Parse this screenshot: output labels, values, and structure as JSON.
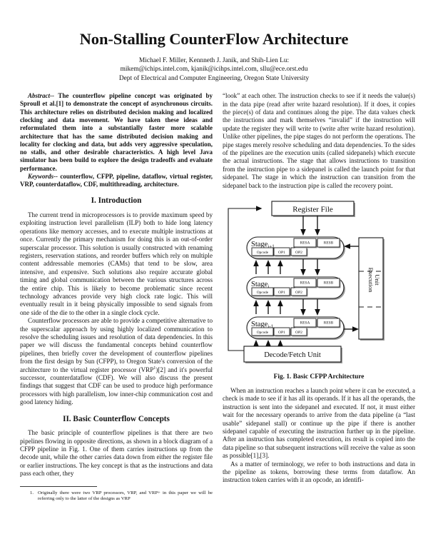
{
  "paper": {
    "title": "Non-Stalling CounterFlow Architecture",
    "authors": "Michael F. Miller, Kennneth J. Janik, and Shih-Lien Lu:",
    "emails": "mikem@ichips.intel.com, kjanik@icihps.intel.com, sllu@ece.orst.edu",
    "affiliation": "Dept of Electrical and Computer Engineering, Oregon State University"
  },
  "abstract": {
    "lead": "Abstract-- ",
    "body": "The counterflow pipeline concept was originated by Sproull et al.[1] to demonstrate the concept of asynchronous circuits. This architecture relies on distributed decision making and localized clocking and data movement. We have taken these ideas and reformulated them into a substantially faster more scalable architecture that has the same distributed decision making and locality for clocking and data, but adds very aggressive speculation, no stalls, and other desirable characteristics. A high level Java simulator has been build to explore the design tradeoffs and evaluate performance."
  },
  "keywords": {
    "lead": "Keywords-- ",
    "body": "counterflow, CFPP, pipeline, dataflow, virtual register, VRP, counterdataflow, CDF, multithreading, architecture."
  },
  "sections": {
    "intro_heading": "I. Introduction",
    "intro_p1": "The current trend in microprocessors is to provide maximum speed by exploiting instruction level parallelism (ILP) both to hide long latency operations like memory accesses, and to execute multiple instructions at once. Currently the primary mechanism for doing this is an out-of-order superscalar processor. This solution is usually constructed with renaming registers, reservation stations, and reorder buffers which rely on multiple content addressable memories (CAMs) that tend to be slow, area intensive, and expensive. Such solutions also require accurate global timing and global communication between the various structures across the entire chip. This is likely to become problematic since recent technology advances provide very high clock rate logic. This will eventually result in it being physically impossible to send signals from one side of the die to the other in a single clock cycle.",
    "intro_p2_a": "Counterflow processors are able to provide a competitive alternative to the superscalar approach by using highly localized communication to resolve the scheduling issues and resolution of data dependencies. In this paper we will discuss the fundamental concepts behind counterflow pipelines, then briefly cover the development of counterflow pipelines from the first design by Sun (CFPP), to Oregon State's conversion of the architecture to the virtual register processor (VRP",
    "intro_p2_footmark": "1",
    "intro_p2_b": ")[2] and it's powerful successor, counterdataflow (CDF). We will also discuss the present findings that suggest that CDF can be used to produce high performance processors with high parallelism, low inner-chip communication cost and good latency hiding.",
    "basic_heading": "II. Basic Counterflow Concepts",
    "basic_p1": "The basic principle of counterflow pipelines is that there are two pipelines flowing in opposite directions, as shown in a block diagram of a CFPP pipeline in Fig. 1. One of them carries instructions up from the decode unit, while the other carries data down from either the register file or earlier instructions. The key concept is that as the instructions and data pass each other, they",
    "right_p1": "“look” at each other. The instruction checks to see if it needs the value(s) in the data pipe (read after write hazard resolution). If it does, it copies the piece(s) of data and continues along the pipe. The data values check the instructions and mark themselves “invalid” if the instruction will update the register they will write to (write after write hazard resolution). Unlike other pipelines, the pipe stages do not perform the operations. The pipe stages merely resolve scheduling and data dependencies. To the sides of the pipelines are the execution units (called sidepanels) which execute the actual instructions. The stage that allows instructions to transition from the instruction pipe to a sidepanel is called the launch point for that sidepanel. The stage in which the instruction can transition from the sidepanel back to the instruction pipe is called the recovery point.",
    "right_p2": "When an instruction reaches a launch point where it can be executed, a check is made to see if it has all its operands. If it has all the operands, the instruction is sent into the sidepanel and executed. If not, it must either wait for the necessary operands to arrive from the data pipeline (a “last usable” sidepanel stall) or continue up the pipe if there is another sidepanel capable of executing the instruction further up in the pipeline. After an instruction has completed execution, its result is copied into the data pipeline so that subsequent instructions will receive the value as soon as possible[1],[3].",
    "right_p3": "As a matter of terminology, we refer to both instructions and data in the pipeline as tokens, borrowing these terms from dataflow. An instruction token carries with it an opcode, an identifi-"
  },
  "footnote": {
    "number": "1.",
    "text": "Originally there were two VRP processors, VRP, and VRP+ in this paper we will be referring only to the latter of the designs as VRP"
  },
  "figure": {
    "caption": "Fig. 1. Basic CFPP Architecture",
    "register_file": "Register File",
    "decode_fetch": "Decode/Fetch Unit",
    "execution_unit_line1": "Execution",
    "execution_unit_line2": "Unit",
    "stages": [
      {
        "name": "Stage",
        "subscript": "i+1",
        "fields": [
          "Opcode",
          "OP1",
          "OP2"
        ],
        "results": [
          "RESA",
          "RESB"
        ]
      },
      {
        "name": "Stage",
        "subscript": "i",
        "fields": [
          "Opcode",
          "OP1",
          "OP2"
        ],
        "results": [
          "RESA",
          "RESB"
        ]
      },
      {
        "name": "Stage",
        "subscript": "i-1",
        "fields": [
          "Opcode",
          "OP1",
          "OP2"
        ],
        "results": [
          "RESA",
          "RESB"
        ]
      }
    ],
    "colors": {
      "stroke": "#1a1a1a",
      "shadow": "#9a9a9a",
      "background": "#ffffff"
    }
  }
}
